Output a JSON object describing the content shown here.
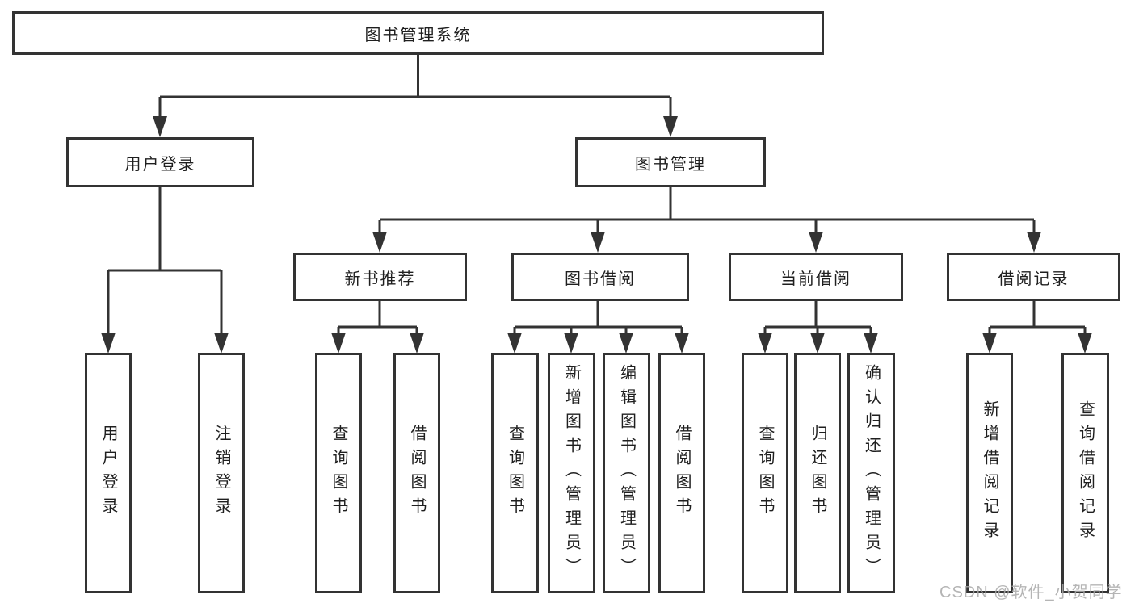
{
  "diagram": {
    "root": {
      "label": "图书管理系统",
      "children": [
        {
          "label": "用户登录",
          "children": [
            {
              "label": "用户登录"
            },
            {
              "label": "注销登录"
            }
          ]
        },
        {
          "label": "图书管理",
          "children": [
            {
              "label": "新书推荐",
              "children": [
                {
                  "label": "查询图书"
                },
                {
                  "label": "借阅图书"
                }
              ]
            },
            {
              "label": "图书借阅",
              "children": [
                {
                  "label": "查询图书"
                },
                {
                  "label": "新增图书（管理员）"
                },
                {
                  "label": "编辑图书（管理员）"
                },
                {
                  "label": "借阅图书"
                }
              ]
            },
            {
              "label": "当前借阅",
              "children": [
                {
                  "label": "查询图书"
                },
                {
                  "label": "归还图书"
                },
                {
                  "label": "确认归还（管理员）"
                }
              ]
            },
            {
              "label": "借阅记录",
              "children": [
                {
                  "label": "新增借阅记录"
                },
                {
                  "label": "查询借阅记录"
                }
              ]
            }
          ]
        }
      ]
    },
    "colors": {
      "line": "#333333",
      "text": "#1f1f1f",
      "box_background": "#ffffff",
      "watermark": "#a9a9a9"
    }
  },
  "watermark": {
    "text": "CSDN @软件_小贺同学"
  }
}
